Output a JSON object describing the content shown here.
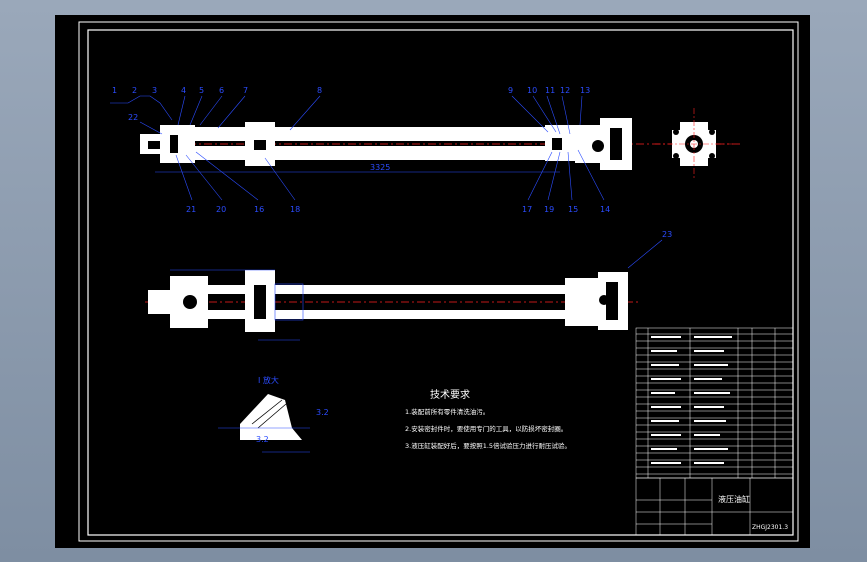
{
  "drawing": {
    "part_numbers": [
      "1",
      "2",
      "3",
      "4",
      "5",
      "6",
      "7",
      "8",
      "9",
      "10",
      "11",
      "12",
      "13",
      "22",
      "21",
      "20",
      "16",
      "18",
      "17",
      "19",
      "15",
      "14",
      "23"
    ],
    "tech_requirements": {
      "title": "技术要求",
      "items": [
        "1.装配前所有零件清洗油污。",
        "2.安装密封件时，要使用专门的工具，以防损坏密封圈。",
        "3.液压缸装配好后，要按照1.5倍试验压力进行耐压试验。"
      ]
    },
    "detail_label": "I 放大",
    "detail_dims": [
      "3.2",
      "3.2"
    ],
    "title_block": {
      "name": "液压油缸",
      "drawing_no": "ZHGJ2301.3"
    }
  },
  "colors": {
    "background": "#8e9db0",
    "sheet": "#000000",
    "line": "#ffffff",
    "dimension": "#2b4cff",
    "center_line": "#ff2020"
  }
}
